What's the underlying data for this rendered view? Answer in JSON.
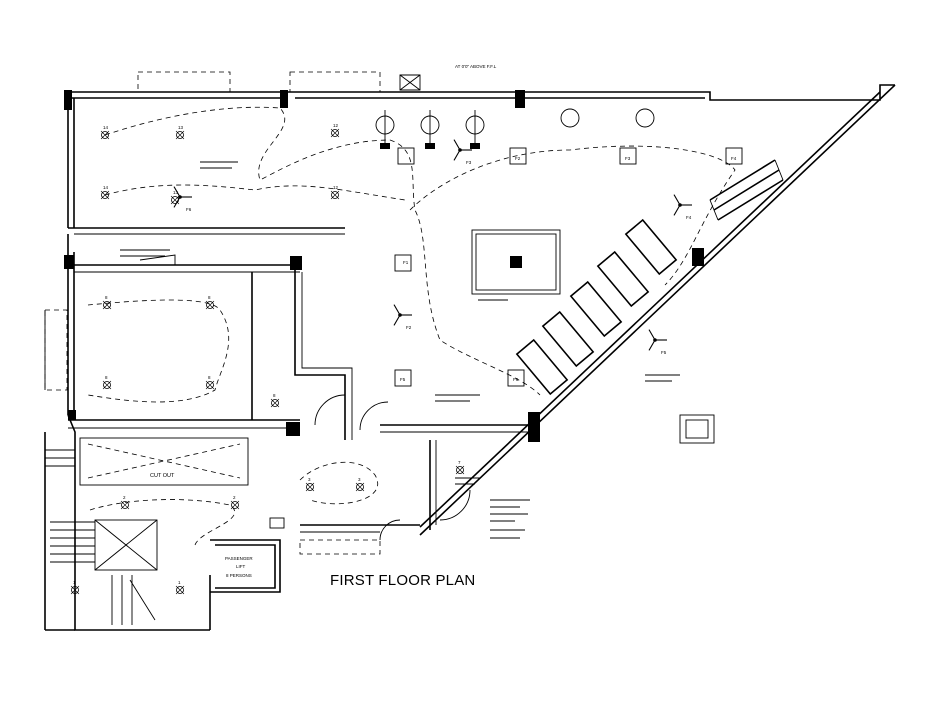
{
  "plan_title": "FIRST FLOOR PLAN",
  "lift_label": {
    "line1": "PASSENGER",
    "line2": "LIFT",
    "line3": "8 PERSONS"
  },
  "cutout_label": "CUT OUT",
  "top_note": "AT 0'0\" ABOVE F.F.L",
  "fans": [
    {
      "label": "F6"
    },
    {
      "label": "F3"
    },
    {
      "label": "F4"
    },
    {
      "label": "F2"
    },
    {
      "label": "F5"
    }
  ],
  "fixtures": [
    {
      "label": "14"
    },
    {
      "label": "13"
    },
    {
      "label": "12"
    },
    {
      "label": "14"
    },
    {
      "label": "13"
    },
    {
      "label": "12"
    },
    {
      "label": "8"
    },
    {
      "label": "8"
    },
    {
      "label": "8"
    },
    {
      "label": "8"
    },
    {
      "label": "8"
    },
    {
      "label": "3"
    },
    {
      "label": "3"
    },
    {
      "label": "2"
    },
    {
      "label": "2"
    },
    {
      "label": "1"
    },
    {
      "label": "1"
    },
    {
      "label": "7"
    }
  ],
  "panels": [
    {
      "label": "F1"
    },
    {
      "label": "F2"
    },
    {
      "label": "F3"
    },
    {
      "label": "F4"
    },
    {
      "label": "F5"
    },
    {
      "label": "F6"
    }
  ],
  "colors": {
    "ink": "#000000",
    "background": "#ffffff"
  }
}
